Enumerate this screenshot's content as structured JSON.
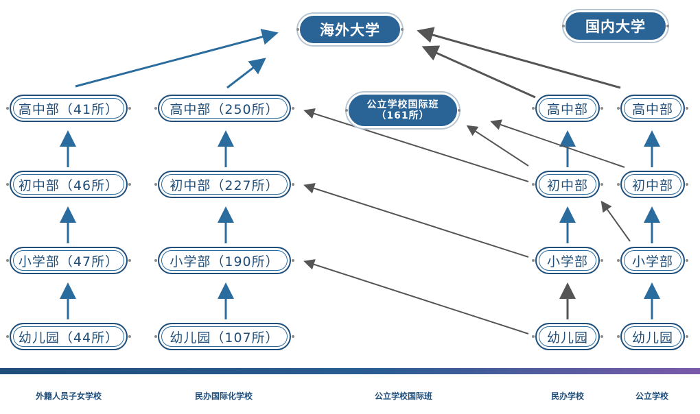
{
  "top_nodes": {
    "overseas_university": "海外大学",
    "domestic_university": "国内大学"
  },
  "public_intl_class_label": {
    "line1": "公立学校国际班",
    "line2": "（161所）"
  },
  "column_foreign_staff": {
    "high": "高中部（41所）",
    "middle": "初中部（46所）",
    "primary": "小学部（47所）",
    "kindergarten": "幼儿园（44所）"
  },
  "column_private_intl": {
    "high": "高中部（250所）",
    "middle": "初中部（227所）",
    "primary": "小学部（190所）",
    "kindergarten": "幼儿园（107所）"
  },
  "column_private": {
    "high": "高中部",
    "middle": "初中部",
    "primary": "小学部",
    "kindergarten": "幼儿园"
  },
  "column_public": {
    "high": "高中部",
    "middle": "初中部",
    "primary": "小学部",
    "kindergarten": "幼儿园"
  },
  "categories": {
    "foreign_staff": "外籍人员子女学校",
    "private_intl": "民办国际化学校",
    "public_intl": "公立学校国际班",
    "private": "民办学校",
    "public": "公立学校"
  },
  "colors": {
    "blue_arrow": "#2b6c9e",
    "gray_arrow": "#555555",
    "node_border": "#1f4e7a",
    "filled_node": "#2a6496"
  }
}
